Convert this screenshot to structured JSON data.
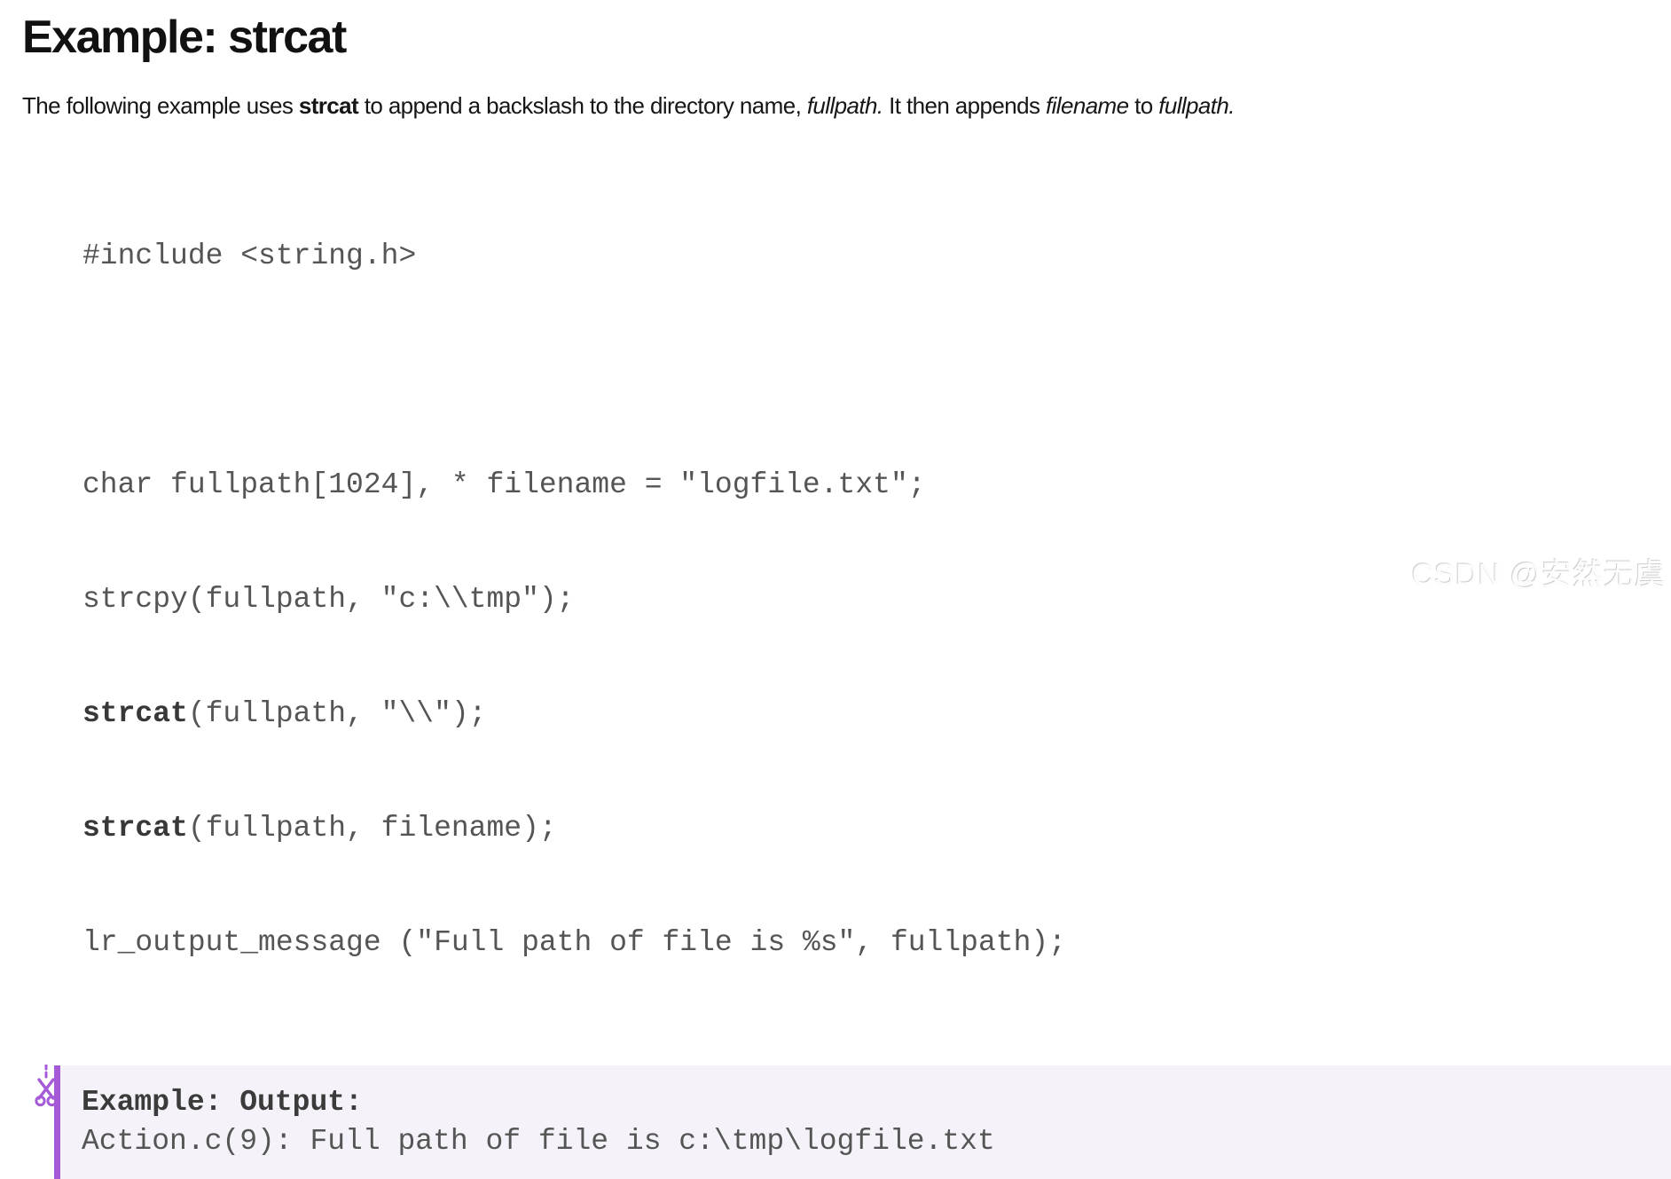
{
  "title": "Example: strcat",
  "intro": {
    "s1": "The following example uses ",
    "b1": "strcat",
    "s2": " to append a backslash to the directory name, ",
    "i1": "fullpath.",
    "s3": " It then appends ",
    "i2": "filename",
    "s4": " to ",
    "i3": "fullpath."
  },
  "code": {
    "line1": "#include <string.h>",
    "line3": "char fullpath[1024], * filename = \"logfile.txt\";",
    "line4": "strcpy(fullpath, \"c:\\\\tmp\");",
    "line5_bold": "strcat",
    "line5_rest": "(fullpath, \"\\\\\");",
    "line6_bold": "strcat",
    "line6_rest": "(fullpath, filename);",
    "line7": "lr_output_message (\"Full path of file is %s\", fullpath);"
  },
  "output_block": {
    "heading": "Example: Output:",
    "line": "Action.c(9): Full path of file is c:\\tmp\\logfile.txt"
  },
  "watermark": "CSDN @安然无虞",
  "colors": {
    "accent_purple": "#a55ad8",
    "callout_background": "#f5f3f9",
    "code_text": "#555555",
    "body_text": "#161616"
  },
  "icons": {
    "scissors": "cut-here-marker"
  }
}
